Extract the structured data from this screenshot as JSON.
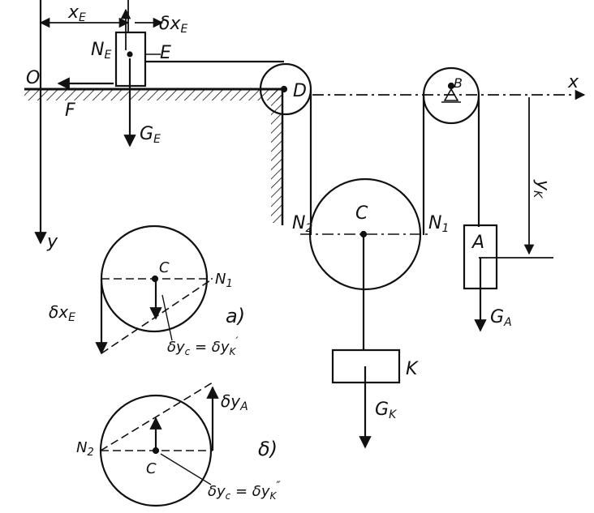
{
  "diagram": {
    "labels": {
      "xE_dim": "x",
      "xE_dim_sub": "E",
      "delta_xE_top": "δx",
      "delta_xE_top_sub": "E",
      "NE": "N",
      "NE_sub": "E",
      "E": "E",
      "O": "O",
      "F": "F",
      "GE": "G",
      "GE_sub": "E",
      "D": "D",
      "B": "B",
      "x_axis": "x",
      "y_axis": "y",
      "yK_dim": "y",
      "yK_dim_sub": "K",
      "N2_main": "N",
      "N2_main_sub": "2",
      "C_main": "C",
      "N1_main": "N",
      "N1_main_sub": "1",
      "A": "A",
      "GA": "G",
      "GA_sub": "A",
      "K": "K",
      "GK": "G",
      "GK_sub": "K",
      "C_a": "C",
      "N1_a": "N",
      "N1_a_sub": "1",
      "delta_xE_a": "δx",
      "delta_xE_a_sub": "E",
      "dyc_a": "δy",
      "dyc_a_mid": "c",
      "dyc_a_eq": " = δy",
      "dyc_a_sub": "K",
      "dyc_a_prime": "′",
      "tag_a": "a)",
      "delta_yA": "δy",
      "delta_yA_sub": "A",
      "N2_b": "N",
      "N2_b_sub": "2",
      "C_b": "C",
      "dyc_b": "δy",
      "dyc_b_mid": "c",
      "dyc_b_eq": " = δy",
      "dyc_b_sub": "K",
      "dyc_b_prime": "″",
      "tag_b": "δ)"
    }
  }
}
